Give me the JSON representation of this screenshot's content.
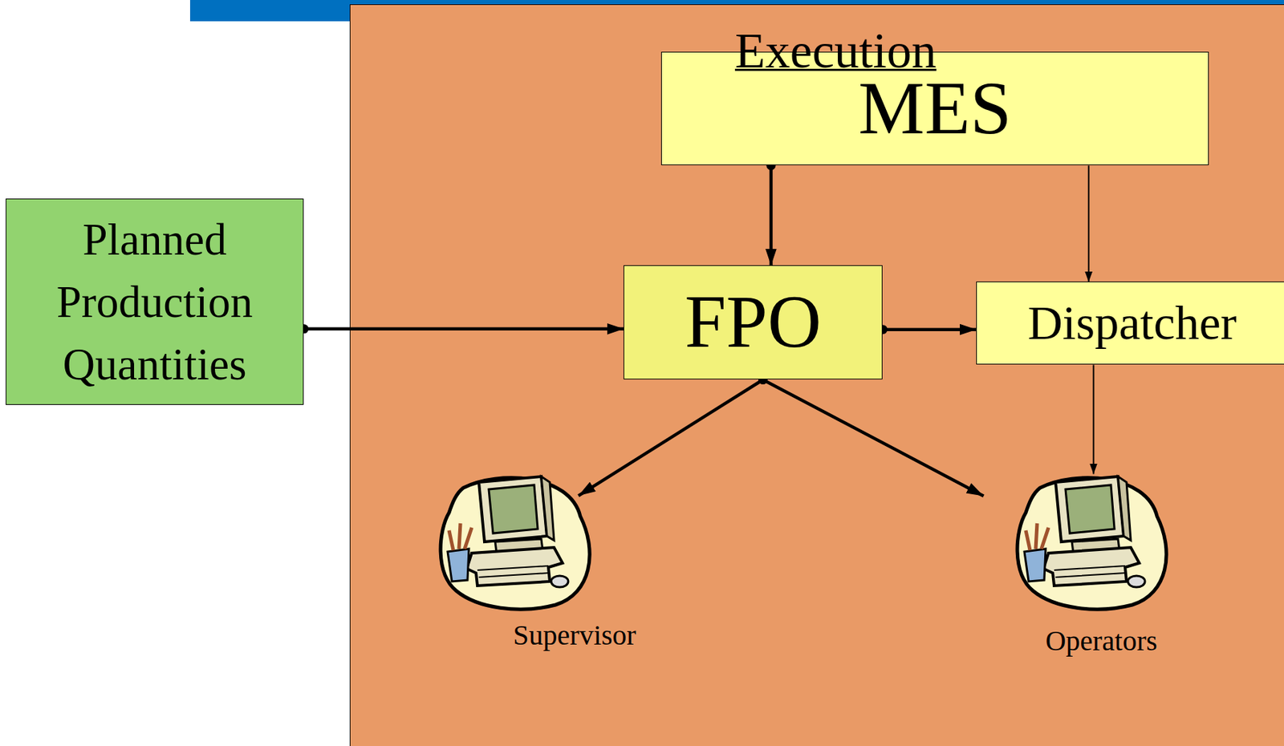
{
  "diagram": {
    "nodes": [
      {
        "text": [
          "Execution"
        ]
      },
      {
        "text": [
          "MES"
        ],
        "in": 0
      },
      {
        "text": [
          "Planned Production Quantities"
        ]
      },
      {
        "text": [
          "FPO"
        ],
        "in": 0
      },
      {
        "text": [
          "Dispatcher"
        ],
        "in": 0
      },
      {
        "text": [
          "Supervisor"
        ],
        "in": 0
      },
      {
        "text": [
          "Operators"
        ],
        "in": 0
      }
    ],
    "edges": [
      {
        "from": 2,
        "to": 3,
        "arrow": "to"
      },
      {
        "from": 1,
        "to": 3,
        "arrow": "to"
      },
      {
        "from": 1,
        "to": 4,
        "arrow": "to"
      },
      {
        "from": 3,
        "to": 4,
        "arrow": "to"
      },
      {
        "from": 3,
        "to": 5,
        "arrow": "to"
      },
      {
        "from": 3,
        "to": 6,
        "arrow": "to"
      },
      {
        "from": 4,
        "to": 6,
        "arrow": "to"
      }
    ]
  }
}
